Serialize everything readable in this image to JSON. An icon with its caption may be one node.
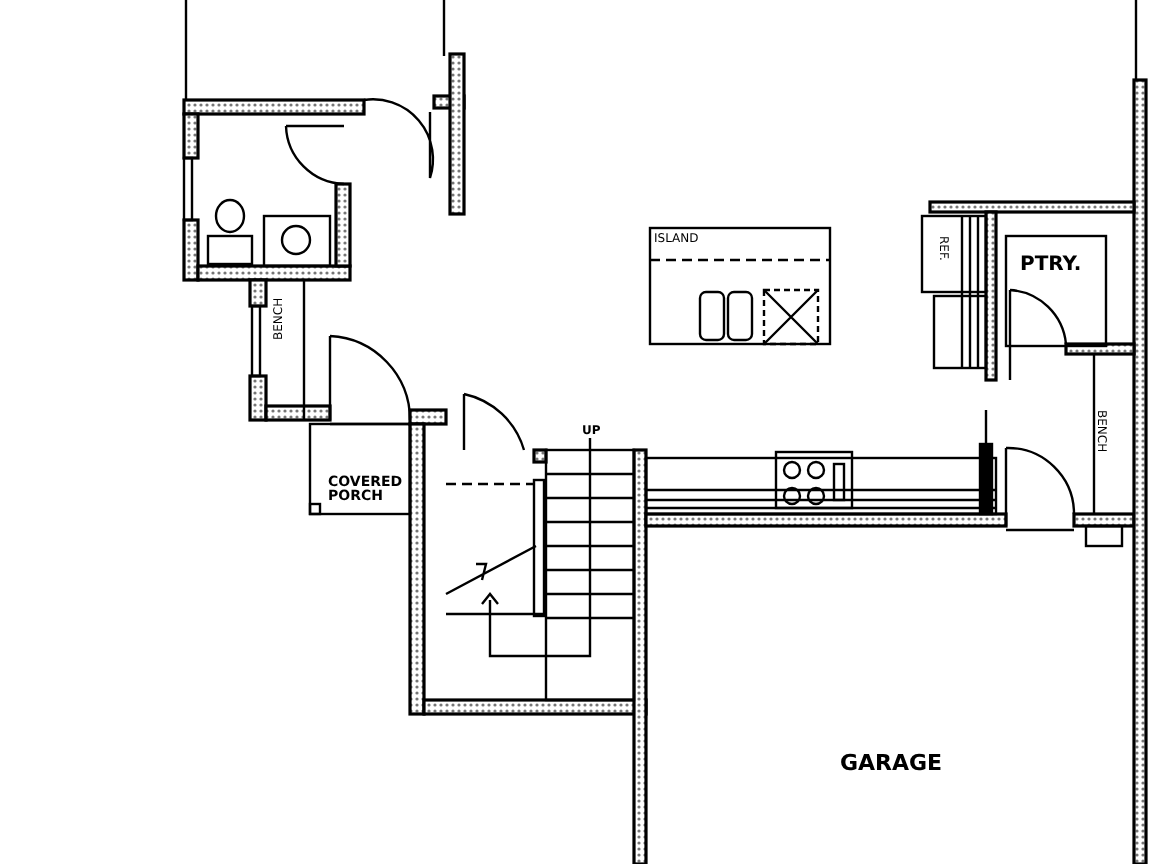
{
  "diagram": {
    "labels": [
      "ISLAND",
      "REF.",
      "PTRY.",
      "BENCH",
      "BENCH",
      "UP",
      "COVERED PORCH",
      "GARAGE"
    ]
  }
}
